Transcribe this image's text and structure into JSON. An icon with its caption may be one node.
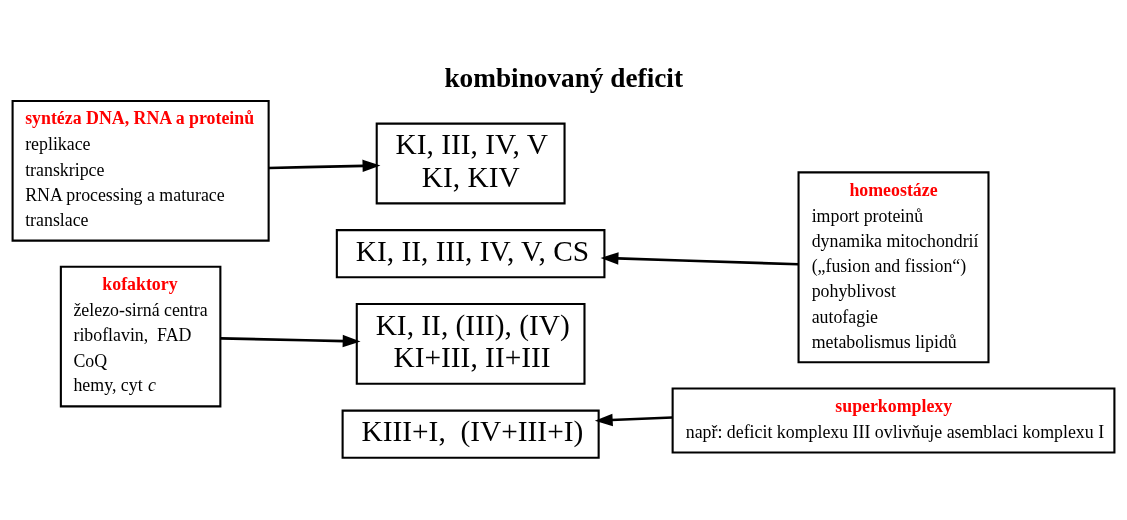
{
  "diagram": {
    "title": "kombinovaný deficit",
    "nodes": [
      {
        "text": [
          "syntéza DNA, RNA a proteinů",
          "replikace",
          "transkripce",
          "RNA processing a maturace",
          "translace"
        ]
      },
      {
        "text": [
          "KI, III, IV, V",
          "KI, KIV"
        ]
      },
      {
        "text": [
          "KI, II, III, IV, V, CS"
        ]
      },
      {
        "text": [
          "homeostáze",
          "import proteinů",
          "dynamika mitochondrií",
          "(„fusion and fission“)",
          "pohyblivost",
          "autofagie",
          "metabolismus lipidů"
        ]
      },
      {
        "text": [
          "KI, II, (III), (IV)",
          "KI+III, II+III"
        ]
      },
      {
        "text": [
          "kofaktory",
          "železo-sirná centra",
          "riboflavin,  FAD",
          "CoQ",
          "hemy, cyt *c*"
        ]
      },
      {
        "text": [
          "superkomplexy",
          "např: deficit komplexu III ovlivňuje asemblaci komplexu I"
        ]
      },
      {
        "text": [
          "KIII+I,  (IV+III+I)"
        ]
      }
    ],
    "edges": [
      {
        "from": 0,
        "to": 1,
        "arrow": "to"
      },
      {
        "from": 3,
        "to": 2,
        "arrow": "to"
      },
      {
        "from": 5,
        "to": 4,
        "arrow": "to"
      },
      {
        "from": 6,
        "to": 7,
        "arrow": "to"
      }
    ]
  }
}
